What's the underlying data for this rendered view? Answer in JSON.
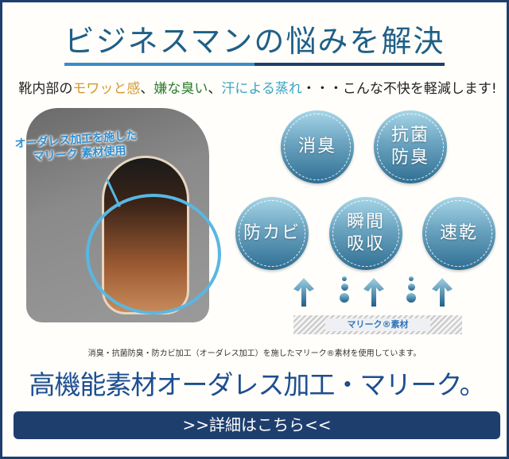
{
  "header": {
    "title": "ビジネスマンの悩みを解決",
    "subtitle": {
      "prefix": "靴内部の",
      "highlight1": "モワッと感",
      "sep1": "、",
      "highlight2": "嫌な臭い",
      "sep2": "、",
      "highlight3": "汗による蒸れ",
      "suffix": "・・・こんな不快を軽減します!"
    }
  },
  "shoe_image": {
    "callout_line1": "オーダレス加工を施した",
    "callout_line2": "マリーク 素材使用"
  },
  "features": [
    {
      "label": "消臭"
    },
    {
      "label": "抗菌\n防臭"
    },
    {
      "label": "防カビ"
    },
    {
      "label": "瞬間\n吸収"
    },
    {
      "label": "速乾"
    }
  ],
  "material_bar": {
    "label": "マリーク®素材"
  },
  "note": "消臭・抗菌防臭・防カビ加工（オーダレス加工）を施したマリーク®素材を使用しています。",
  "headline": "高機能素材オーダレス加工・マリーク。",
  "cta": {
    "label": ">>詳細はこちら<<"
  },
  "colors": {
    "frame": "#1e3f6e",
    "title": "#1f5f87",
    "highlight_orange": "#d39a2c",
    "highlight_green": "#2e7d2e",
    "highlight_teal": "#3aa4c4",
    "headline": "#1d4e8f",
    "cta_bg": "#1e3f6e"
  }
}
